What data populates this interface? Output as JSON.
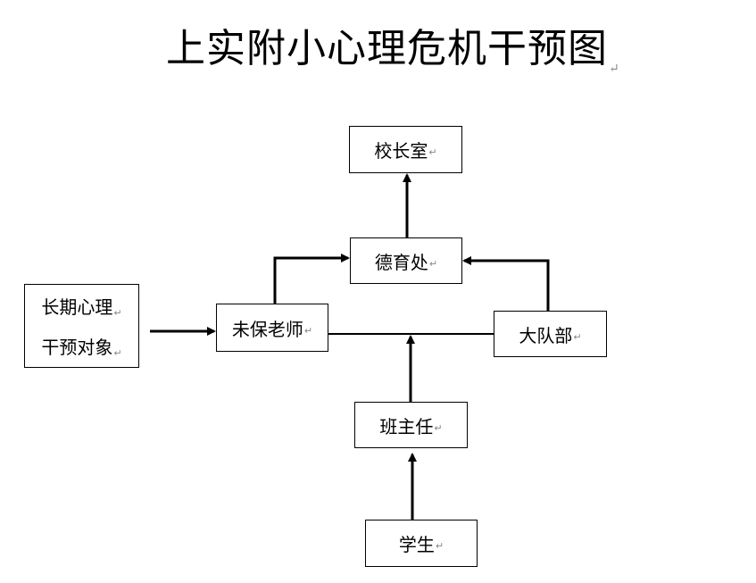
{
  "title": "上实附小心理危机干预图",
  "nodes": {
    "principal": "校长室",
    "moral_office": "德育处",
    "teacher": "未保老师",
    "brigade": "大队部",
    "class_teacher": "班主任",
    "student": "学生",
    "target_line1": "长期心理",
    "target_line2": "干预对象"
  },
  "para_mark": "↵"
}
